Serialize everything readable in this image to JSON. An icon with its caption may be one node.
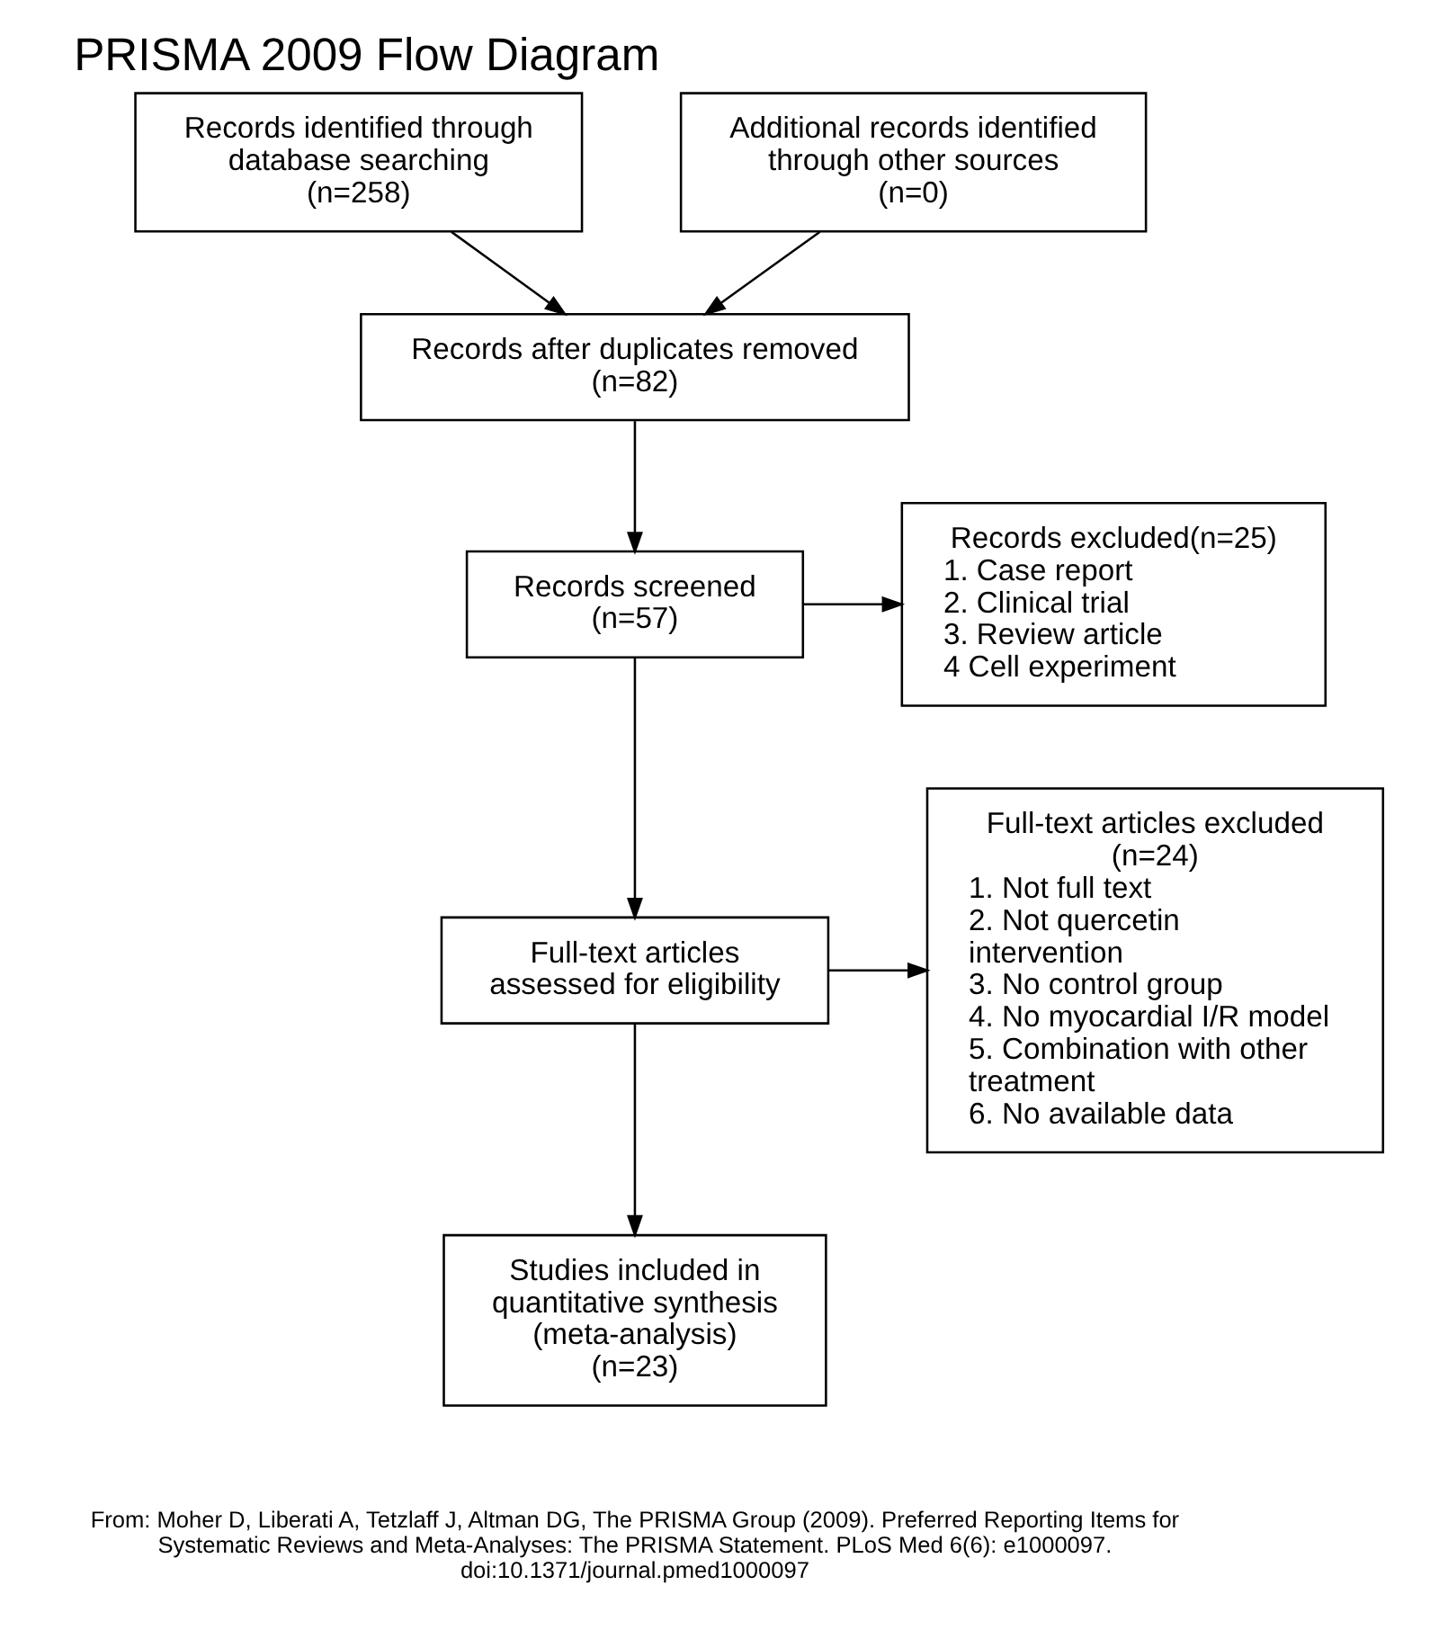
{
  "diagram": {
    "title": "PRISMA 2009 Flow Diagram",
    "caption": "From: Moher D, Liberati A, Tetzlaff J, Altman DG, The PRISMA Group (2009). Preferred Reporting Items for Systematic Reviews and Meta-Analyses: The PRISMA Statement. PLoS Med 6(6): e1000097. doi:10.1371/journal.pmed1000097",
    "nodes": [
      {
        "text": [
          "Records identified through database searching",
          "(n=258)"
        ]
      },
      {
        "text": [
          "Additional records identified through other sources",
          "(n=0)"
        ]
      },
      {
        "text": [
          "Records after duplicates removed",
          "(n=82)"
        ]
      },
      {
        "text": [
          "Records screened",
          "(n=57)"
        ]
      },
      {
        "text": [
          "Records excluded(n=25)",
          "1. Case report",
          "2. Clinical trial",
          "3. Review article",
          "4 Cell experiment"
        ]
      },
      {
        "text": [
          "Full-text articles assessed for eligibility"
        ]
      },
      {
        "text": [
          "Full-text articles excluded (n=24)",
          "1. Not full text",
          "2. Not quercetin intervention",
          "3. No control group",
          "4. No myocardial I/R model",
          "5. Combination with other treatment",
          "6. No available data"
        ]
      },
      {
        "text": [
          "Studies included in quantitative synthesis (meta-analysis)",
          "(n=23)"
        ]
      }
    ],
    "edges": [
      {
        "from": 0,
        "to": 2,
        "arrow": "to"
      },
      {
        "from": 1,
        "to": 2,
        "arrow": "to"
      },
      {
        "from": 2,
        "to": 3,
        "arrow": "to"
      },
      {
        "from": 3,
        "to": 4,
        "arrow": "to"
      },
      {
        "from": 3,
        "to": 5,
        "arrow": "to"
      },
      {
        "from": 5,
        "to": 6,
        "arrow": "to"
      },
      {
        "from": 5,
        "to": 7,
        "arrow": "to"
      }
    ]
  }
}
